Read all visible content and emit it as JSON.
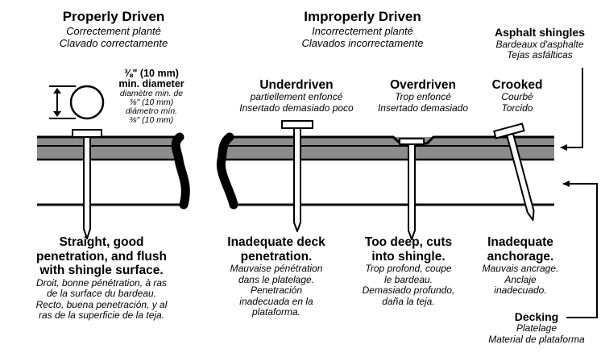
{
  "properly": {
    "title": "Properly Driven",
    "fr": "Correctement planté",
    "es": "Clavado correctamente"
  },
  "improperly": {
    "title": "Improperly Driven",
    "fr": "Incorrectement planté",
    "es": "Clavados incorrectamente"
  },
  "diameter": {
    "title_1": "⅜\" (10 mm)",
    "title_2": "min. diameter",
    "fr_1": "diamètre min. de",
    "fr_2": "⅜\" (10 mm)",
    "es_1": "diámetro mín.",
    "es_2": "⅜\" (10 mm)"
  },
  "asphalt": {
    "title": "Asphalt shingles",
    "fr": "Bardeaux d'asphalte",
    "es": "Tejas asfálticas"
  },
  "underdriven": {
    "title": "Underdriven",
    "fr": "partiellement enfoncé",
    "es": "Insertado demasiado poco"
  },
  "overdriven": {
    "title": "Overdriven",
    "fr": "Trop enfoncé",
    "es": "Insertado demasiado"
  },
  "crooked": {
    "title": "Crooked",
    "fr": "Courbé",
    "es": "Torcido"
  },
  "straight": {
    "title_1": "Straight, good",
    "title_2": "penetration, and flush",
    "title_3": "with shingle surface.",
    "fr_1": "Droit, bonne pénétration, à ras",
    "fr_2": "de la surface du bardeau.",
    "es_1": "Recto, buena penetración, y al",
    "es_2": "ras de la superficie de la teja."
  },
  "inadequate_deck": {
    "title_1": "Inadequate deck",
    "title_2": "penetration.",
    "fr_1": "Mauvaise pénétration",
    "fr_2": "dans le platelage.",
    "es_1": "Penetración",
    "es_2": "inadecuada en la",
    "es_3": "plataforma."
  },
  "too_deep": {
    "title_1": "Too deep, cuts",
    "title_2": "into shingle.",
    "fr_1": "Trop profond, coupe",
    "fr_2": "le bardeau.",
    "es_1": "Demasiado profundo,",
    "es_2": "daña la teja."
  },
  "inadequate_anchorage": {
    "title_1": "Inadequate",
    "title_2": "anchorage.",
    "fr_1": "Mauvais ancrage.",
    "es_1": "Anclaje",
    "es_2": "inadecuado."
  },
  "decking": {
    "title": "Decking",
    "fr": "Platelage",
    "es": "Material de plataforma"
  },
  "colors": {
    "shingle": "#8c8c8c",
    "deck": "#ffffff",
    "ink": "#000000"
  }
}
